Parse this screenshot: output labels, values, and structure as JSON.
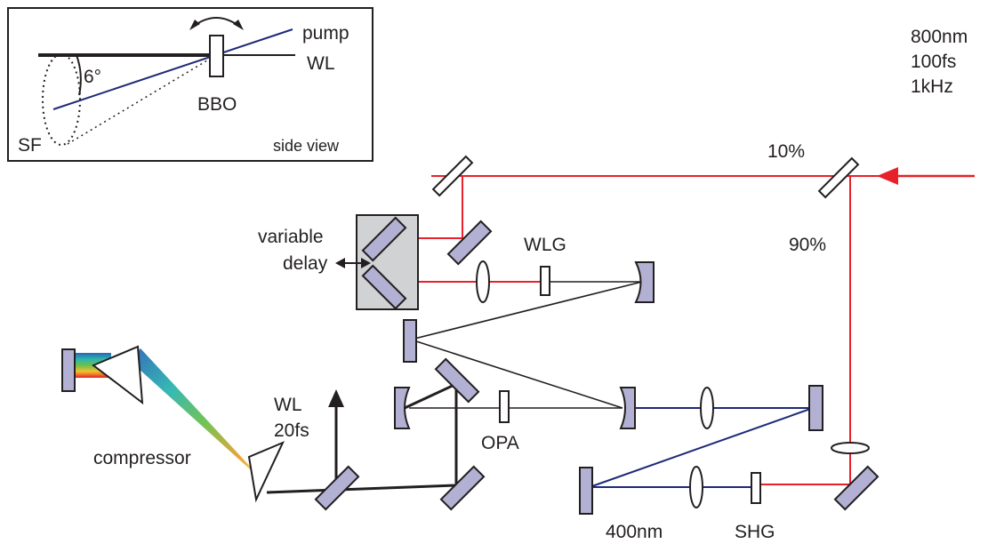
{
  "colors": {
    "red_beam": "#e8202a",
    "blue_beam": "#1e2a78",
    "black_beam": "#231f20",
    "optic_fill": "#b3b1d3",
    "optic_stroke": "#231f20",
    "stage_fill": "#d1d2d4"
  },
  "inset": {
    "pump": "pump",
    "wl": "WL",
    "bbo": "BBO",
    "angle": "6°",
    "sf": "SF",
    "view": "side view"
  },
  "laser": {
    "wavelength": "800nm",
    "duration": "100fs",
    "rate": "1kHz"
  },
  "splitter": {
    "ratio_small": "10%",
    "ratio_large": "90%"
  },
  "labels": {
    "variable_delay_1": "variable",
    "variable_delay_2": "delay",
    "wlg": "WLG",
    "opa": "OPA",
    "output_1": "WL",
    "output_2": "20fs",
    "compressor": "compressor",
    "shg_wavelength": "400nm",
    "shg": "SHG"
  }
}
